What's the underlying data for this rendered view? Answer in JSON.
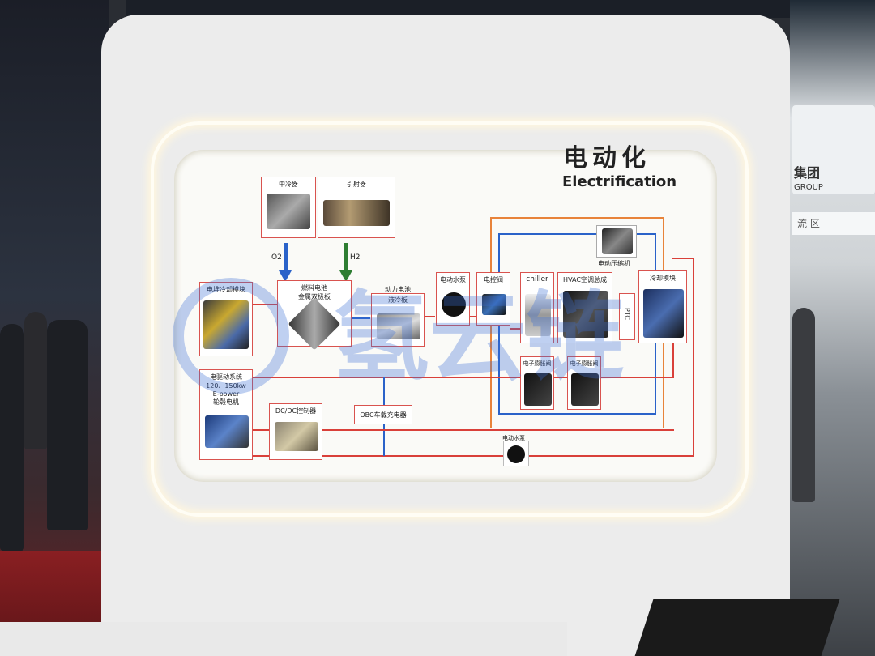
{
  "board": {
    "title_cn": "电动化",
    "title_en": "Electrification"
  },
  "components": {
    "intercooler": "中冷器",
    "ejector": "引射器",
    "o2": "O2",
    "h2": "H2",
    "stack_cooling": "电堆冷却模块",
    "fuel_cell": "燃料电池",
    "bipolar_plate": "金属双极板",
    "power_battery": "动力电池",
    "cold_plate": "液冷板",
    "water_pump_1": "电动水泵",
    "control_valve": "电控阀",
    "chiller": "chiller",
    "hvac": "HVAC空调总成",
    "ptc": "PTC",
    "compressor": "电动压缩机",
    "cooling_module": "冷却模块",
    "expansion_valve_1": "电子膨胀阀",
    "expansion_valve_2": "电子膨胀阀",
    "edrive_line1": "电驱动系统",
    "edrive_line2": "120、150kw",
    "edrive_line3": "E-power",
    "edrive_line4": "轮毂电机",
    "dcdc": "DC/DC控制器",
    "obc": "OBC车载充电器",
    "water_pump_2": "电动水泵"
  },
  "watermark": "氢云链",
  "right_sign": {
    "line1": "集团",
    "line2": "GROUP",
    "line3": "流 区"
  },
  "colors": {
    "red_line": "#d9403a",
    "blue_line": "#2a62c9",
    "orange_line": "#e8833a",
    "o2_arrow": "#2a62c9",
    "h2_arrow": "#2e7d32",
    "glow": "#fff6de"
  }
}
